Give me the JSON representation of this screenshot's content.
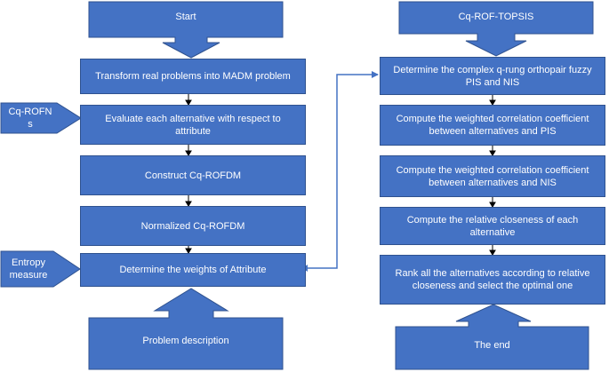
{
  "left_column": {
    "start": "Start",
    "step1": "Transform real problems into MADM problem",
    "step2": "Evaluate each alternative with respect to attribute",
    "step3": "Construct Cq-ROFDM",
    "step4": "Normalized Cq-ROFDM",
    "step5": "Determine the weights of Attribute",
    "problem": "Problem description"
  },
  "inputs": {
    "cq_rofns": "Cq-ROFNs",
    "entropy": "Entropy measure"
  },
  "right_column": {
    "title": "Cq-ROF-TOPSIS",
    "step1": "Determine the complex q-rung orthopair fuzzy PIS and NIS",
    "step2": "Compute the weighted correlation coefficient between alternatives and PIS",
    "step3": "Compute the weighted correlation coefficient between alternatives and NIS",
    "step4": "Compute the relative closeness of each alternative",
    "step5": "Rank all the alternatives according to relative closeness and select the optimal one",
    "end": "The end"
  },
  "colors": {
    "box_fill": "#4472c4",
    "box_border": "#2f528f",
    "connector": "#4472c4",
    "arrow": "#000000",
    "text": "#ffffff"
  }
}
